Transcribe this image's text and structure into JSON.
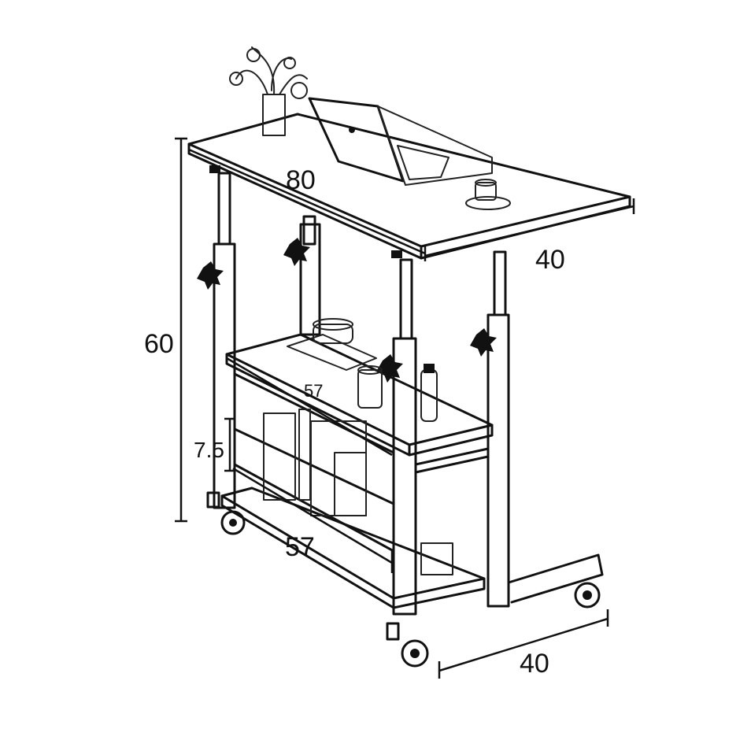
{
  "dimensions": {
    "top_width": "80",
    "top_depth": "40",
    "height": "60",
    "shelf_width": "57",
    "bottom_width": "57",
    "shelf_gap": "7.5",
    "base_depth": "40"
  }
}
